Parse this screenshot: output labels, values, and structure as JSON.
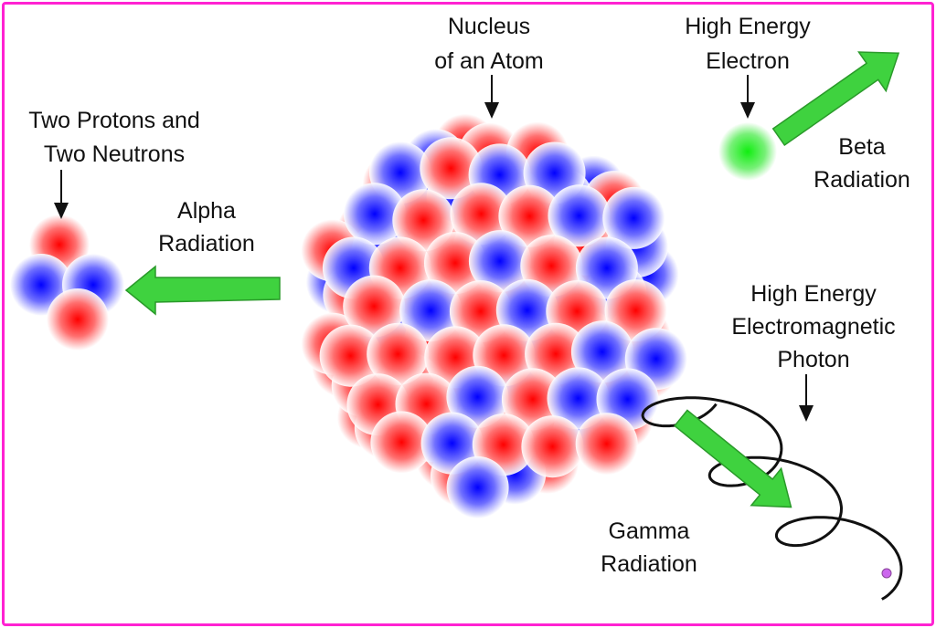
{
  "labels": {
    "nucleus": [
      "Nucleus",
      "of an Atom"
    ],
    "electron": [
      "High Energy",
      "Electron"
    ],
    "beta": [
      "Beta",
      "Radiation"
    ],
    "alpha_particle": [
      "Two Protons and",
      "Two Neutrons"
    ],
    "alpha": [
      "Alpha",
      "Radiation"
    ],
    "photon": [
      "High Energy",
      "Electromagnetic",
      "Photon"
    ],
    "gamma": [
      "Gamma",
      "Radiation"
    ]
  },
  "colors": {
    "proton": "#ff0000",
    "neutron": "#0000ff",
    "arrow": "#3fd23f",
    "electron": "#22dd22",
    "border": "#ff22d2",
    "photon_tip": "#cc66ee"
  }
}
